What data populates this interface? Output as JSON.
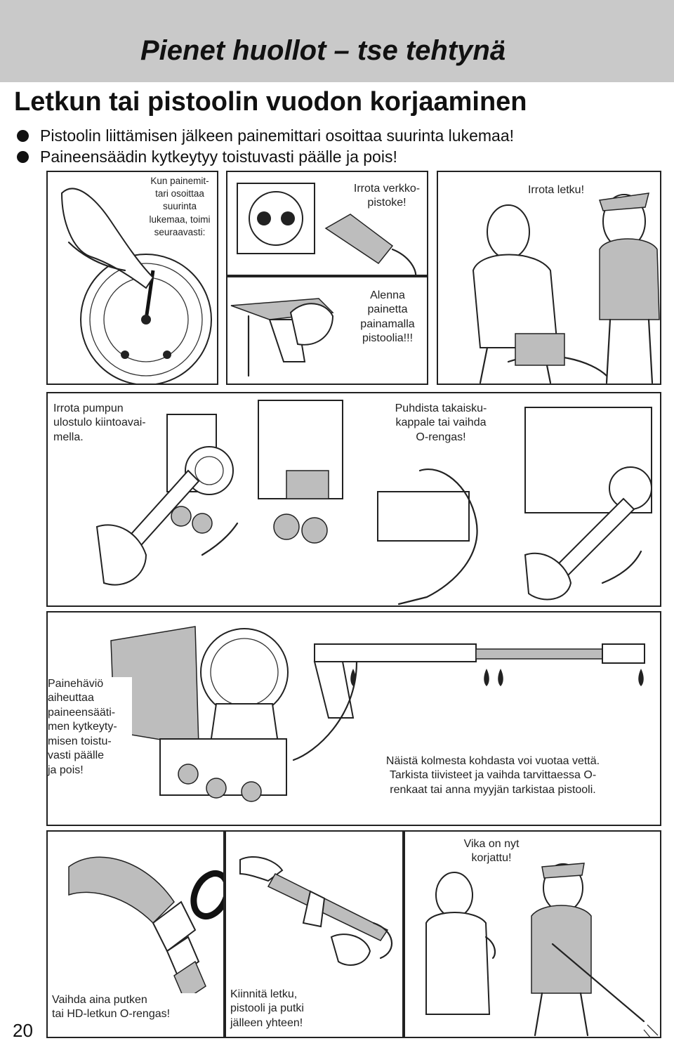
{
  "header": {
    "title": "Pienet huollot – tse tehtynä"
  },
  "section": {
    "title": "Letkun tai pistoolin vuodon korjaaminen",
    "bullets": [
      "Pistoolin liittämisen jälkeen painemittari osoittaa suurinta lukemaa!",
      "Paineensäädin kytkeytyy toistuvasti päälle ja pois!"
    ]
  },
  "panels": {
    "gauge": {
      "caption": "Kun painemit-\ntari osoittaa\nsuurinta\nlukemaa, toimi\nseuraavasti:"
    },
    "plug": {
      "caption": "Irrota verkko-\npistoke!"
    },
    "people": {
      "caption": "Irrota letku!"
    },
    "gun": {
      "caption": "Alenna\npainetta\npainamalla\npistoolia!!!"
    },
    "pump_wrench": {
      "caption": "Irrota pumpun\nulostulo kiintoavai-\nmella."
    },
    "check_valve": {
      "caption": "Puhdista takaisku-\nkappale tai vaihda\nO-rengas!"
    },
    "regulator": {
      "caption": "Painehäviö\naiheuttaa\npaineensääti-\nmen kytkeyty-\nmisen toistu-\nvasti päälle\nja pois!"
    },
    "leak_points": {
      "caption": "Näistä kolmesta kohdasta voi vuotaa vettä.\nTarkista tiivisteet ja vaihda tarvittaessa O-\nrenkaat tai anna myyjän tarkistaa pistooli."
    },
    "oring": {
      "caption": "Vaihda aina putken\ntai HD-letkun O-rengas!"
    },
    "assemble": {
      "caption": "Kiinnitä letku,\npistooli ja putki\njälleen yhteen!"
    },
    "fixed": {
      "caption": "Vika on nyt\nkorjattu!"
    }
  },
  "page_number": "20"
}
